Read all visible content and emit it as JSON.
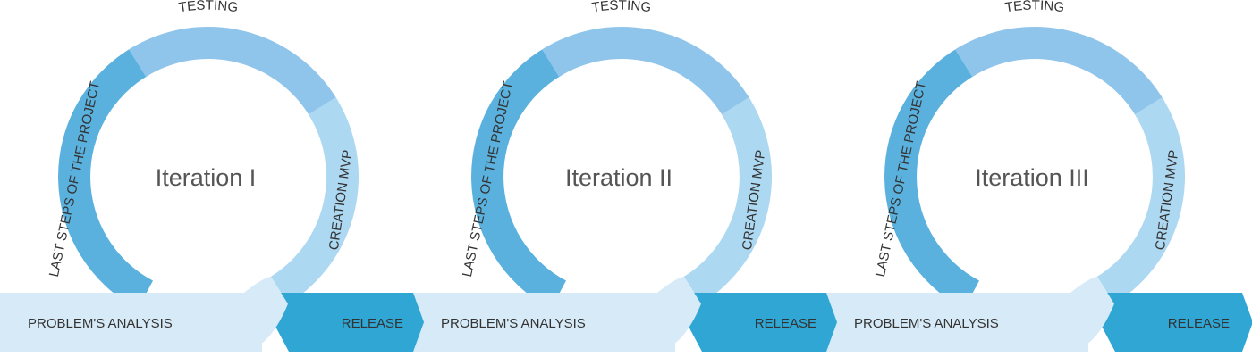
{
  "colors": {
    "arrow_dark": "#2fa6d4",
    "arrow_light": "#d7eaf7",
    "seg_last_steps": "#5ab1de",
    "seg_testing": "#90c5eb",
    "seg_creation": "#add8f2",
    "seg_analysis": "#c6e3f5",
    "stage_text": "#333333",
    "title_text": "#555555"
  },
  "stages": {
    "testing": "TESTING",
    "creation": "CREATION MVP",
    "last_steps": "LAST STEPS OF THE PROJECT",
    "analysis": "PROBLEM'S ANALYSIS",
    "release": "RELEASE"
  },
  "iterations": [
    {
      "title": "Iteration I"
    },
    {
      "title": "Iteration II"
    },
    {
      "title": "Iteration III"
    }
  ]
}
